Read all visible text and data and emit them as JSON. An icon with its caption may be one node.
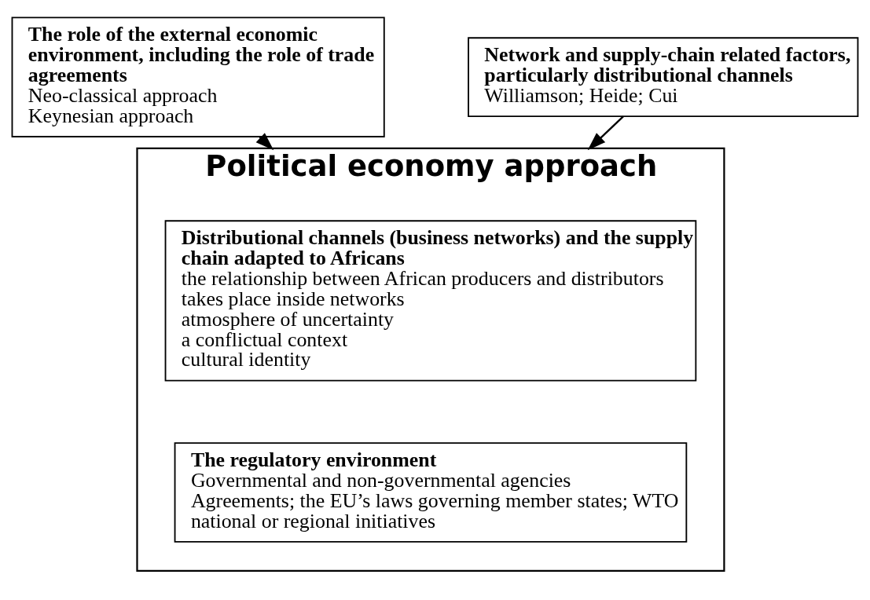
{
  "diagram": {
    "nodes": [
      {
        "text": [
          "The role of the external economic environment, including the role of trade agreements",
          "Neo-classical approach",
          "Keynesian approach"
        ]
      },
      {
        "text": [
          "Network and supply-chain related factors, particularly distributional channels",
          "Williamson; Heide; Cui"
        ]
      },
      {
        "text": [
          "Political economy approach"
        ]
      },
      {
        "text": [
          "Distributional channels (business networks) and the supply chain adapted to Africans",
          "the relationship between African producers and distributors takes place inside networks",
          "atmosphere of uncertainty",
          "a conflictual context",
          "cultural identity"
        ],
        "in": 2
      },
      {
        "text": [
          "The regulatory environment",
          "Governmental and non-governmental agencies",
          "Agreements; the EU’s laws governing member states; WTO",
          "national or regional initiatives"
        ],
        "in": 2
      }
    ],
    "edges": [
      {
        "from": 0,
        "to": 2,
        "arrow": "to"
      },
      {
        "from": 1,
        "to": 2,
        "arrow": "to"
      }
    ]
  }
}
